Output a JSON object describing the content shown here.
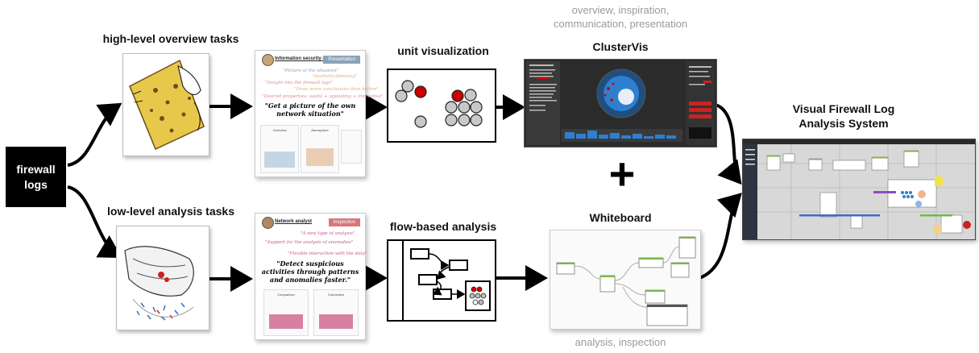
{
  "source": {
    "label": "firewall logs"
  },
  "tasks": {
    "high_level": "high-level overview tasks",
    "low_level": "low-level analysis tasks"
  },
  "persona_top": {
    "role": "Information security officer",
    "tag": "Presentation",
    "tag_color": "#8ba3b8",
    "quotes": [
      "\"Picture of the situation\"",
      "\"Aesthetic/pleasing\"",
      "\"Insight into the firewall logs\"",
      "\"Draw more conclusions than before\"",
      "\"Desired properties: useful + appealing + innovative\""
    ],
    "main_quote": "\"Get a picture of the own network situation\"",
    "panels": [
      "Overview",
      "Atmosphere"
    ]
  },
  "persona_bottom": {
    "role": "Network analyst",
    "tag": "Inspection",
    "tag_color": "#d9767a",
    "quotes": [
      "\"A new type of analysis\"",
      "\"Support for the analysis of anomalies\"",
      "\"Flexible interaction with the data\""
    ],
    "main_quote": "\"Detect suspicious activities through patterns and anomalies faster.\"",
    "panels": [
      "Comparison",
      "Connection"
    ]
  },
  "approaches": {
    "unit": "unit visualization",
    "flow": "flow-based analysis"
  },
  "systems": {
    "clustervis": "ClusterVis",
    "whiteboard": "Whiteboard",
    "top_caption": "overview, inspiration, communication, presentation",
    "bottom_caption": "analysis, inspection",
    "combine": "+"
  },
  "result": {
    "title": "Visual Firewall Log Analysis System"
  },
  "colors": {
    "accent_red": "#cc0000",
    "unit_gray": "#c8c8c8",
    "cluster_blue": "#2f7fd0"
  }
}
